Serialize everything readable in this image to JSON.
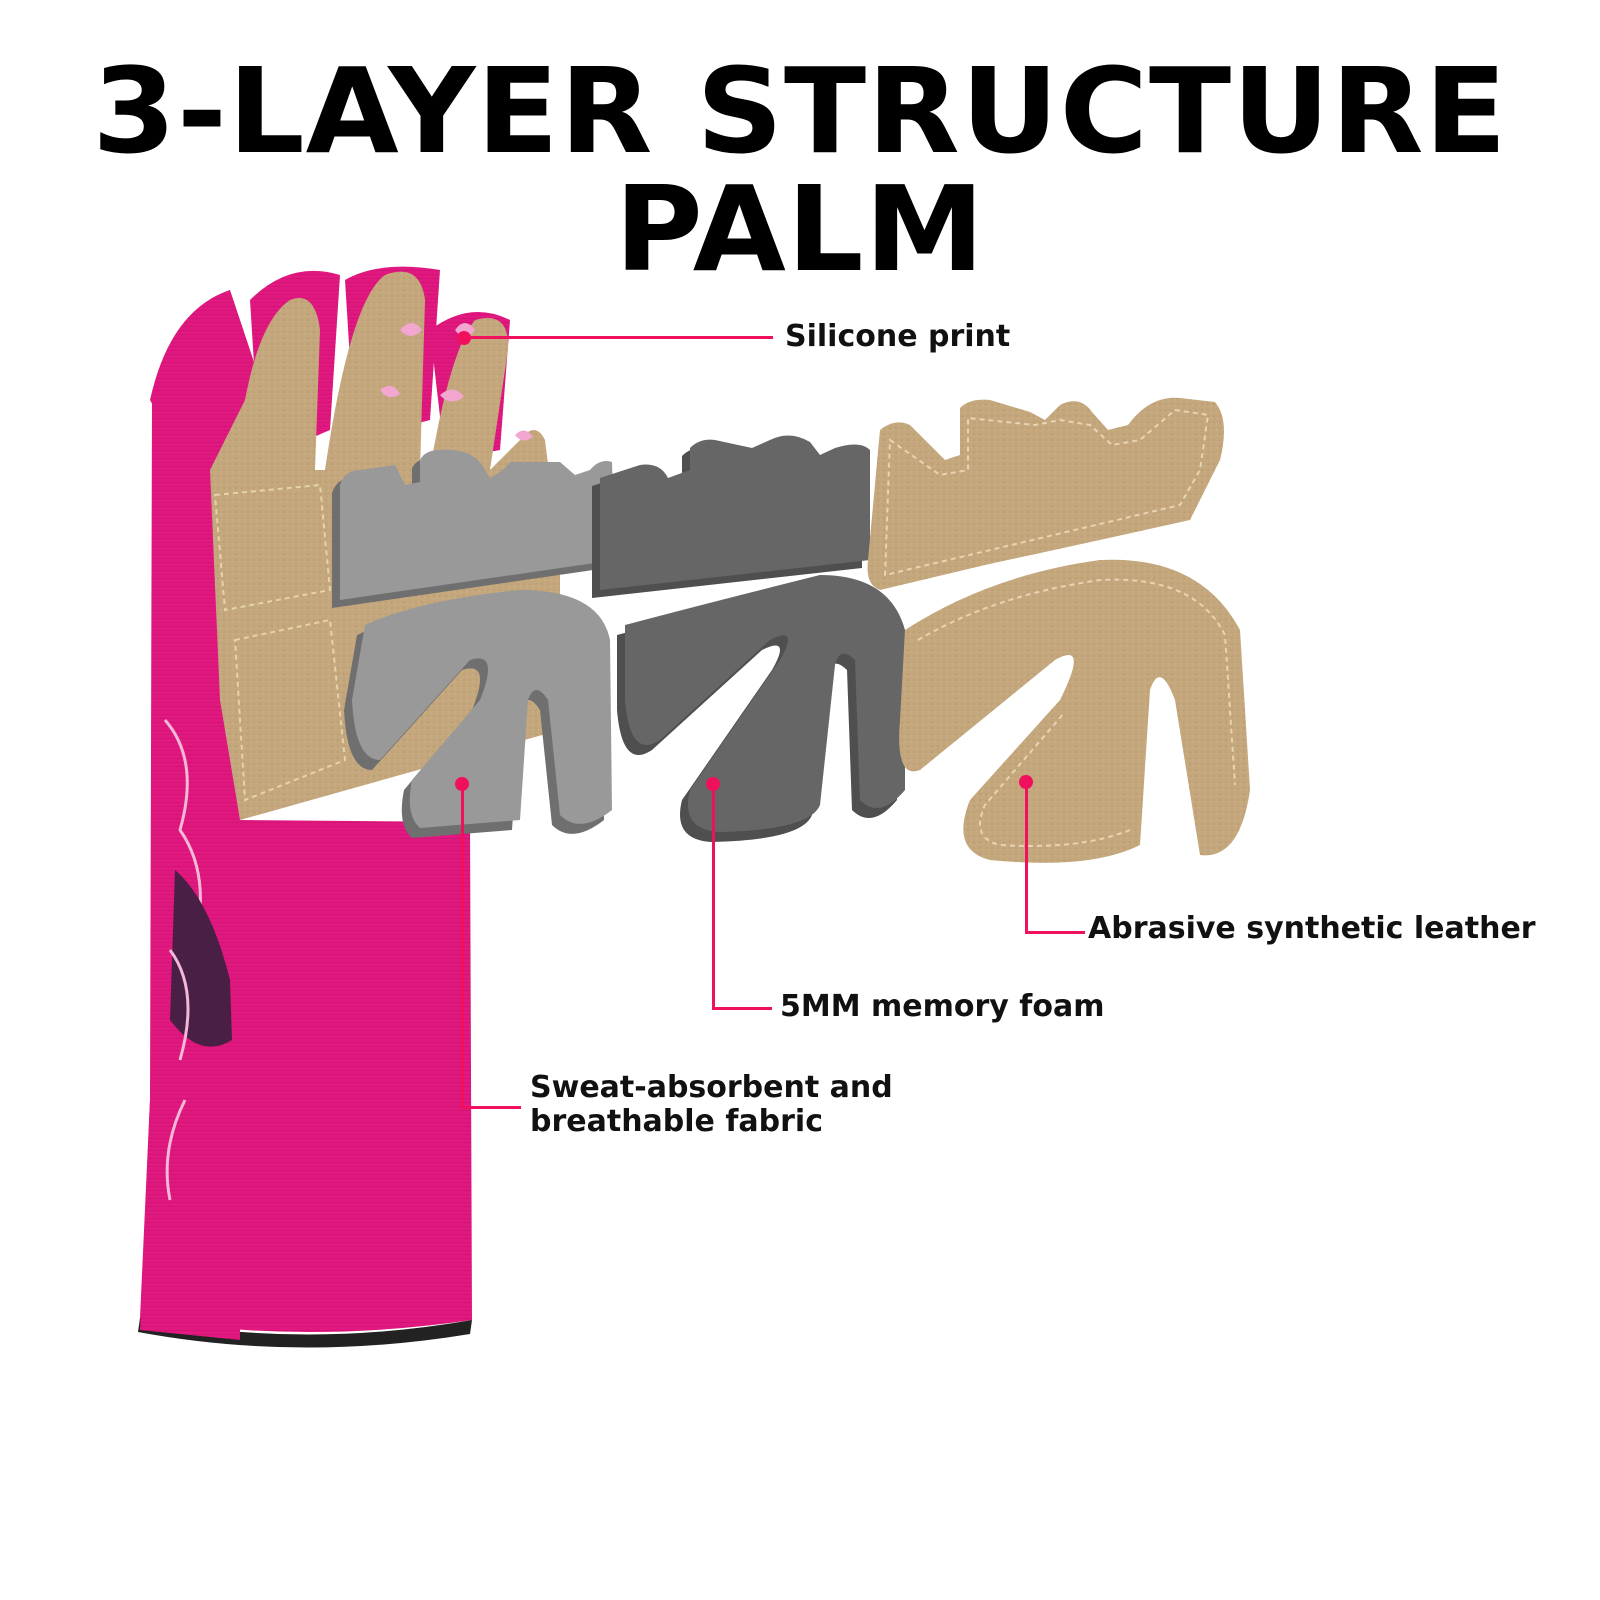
{
  "title": "3-LAYER STRUCTURE PALM",
  "colors": {
    "accent_pink": "#f0105e",
    "glove_pink": "#e0187f",
    "leather_tan": "#c4a77c",
    "layer_light_gray": "#9a9a9a",
    "layer_dark_gray": "#666666",
    "cuff_black": "#222222"
  },
  "callouts": [
    {
      "id": "silicone",
      "label": "Silicone print"
    },
    {
      "id": "leather",
      "label": "Abrasive synthetic leather"
    },
    {
      "id": "foam",
      "label": "5MM memory foam"
    },
    {
      "id": "fabric",
      "label_line1": "Sweat-absorbent and",
      "label_line2": "breathable fabric"
    }
  ],
  "illustration": {
    "glove": "pink-gardening-glove-palm-view",
    "layers": [
      "breathable-fabric-layer",
      "memory-foam-layer",
      "synthetic-leather-layer"
    ]
  }
}
